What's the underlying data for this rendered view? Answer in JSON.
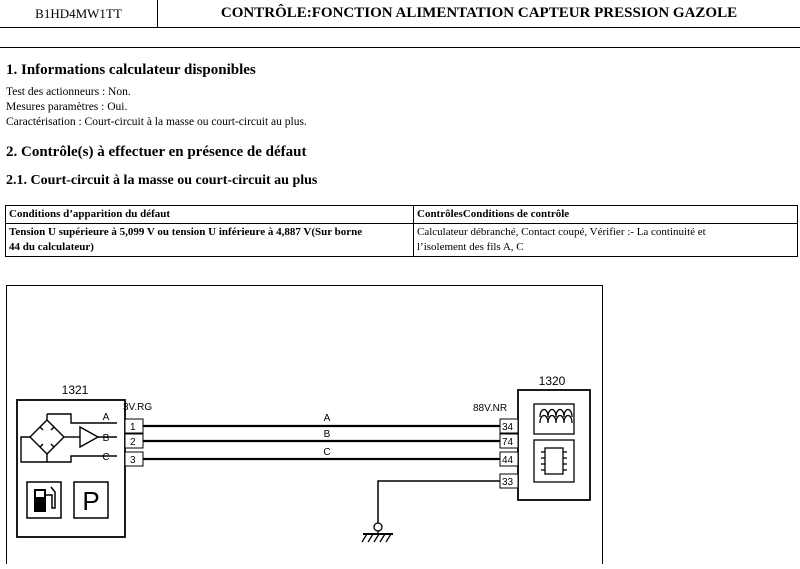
{
  "header": {
    "doc_code": "B1HD4MW1TT",
    "title": "CONTRÔLE:FONCTION ALIMENTATION CAPTEUR PRESSION GAZOLE"
  },
  "section1": {
    "heading": "1. Informations calculateur disponibles",
    "lines": [
      "Test des actionneurs : Non.",
      "Mesures paramètres : Oui.",
      "Caractérisation : Court-circuit à la masse ou court-circuit au plus."
    ]
  },
  "section2": {
    "heading": "2. Contrôle(s) à effectuer en présence de défaut",
    "subheading": "2.1. Court-circuit à la masse ou court-circuit au plus"
  },
  "table": {
    "col1_header": "Conditions d’apparition du défaut",
    "col2_header": "ContrôlesConditions de contrôle",
    "row": {
      "cond_line1": "Tension U supérieure à 5,099 V ou tension U inférieure à 4,887 V(Sur borne",
      "cond_line2": "44 du calculateur)",
      "check_line1": "Calculateur débranché, Contact coupé, Vérifier :- La continuité et",
      "check_line2": "l’isolement des fils A, C"
    }
  },
  "diagram": {
    "sensor": {
      "id": "1321",
      "connector": "3V.RG",
      "terminals": [
        "A",
        "B",
        "C"
      ],
      "pins": [
        "1",
        "2",
        "3"
      ],
      "pictogram_letter": "P"
    },
    "ecu": {
      "id": "1320",
      "connector": "88V.NR",
      "pins": [
        "34",
        "74",
        "44",
        "33"
      ]
    },
    "wires": [
      "A",
      "B",
      "C"
    ]
  }
}
